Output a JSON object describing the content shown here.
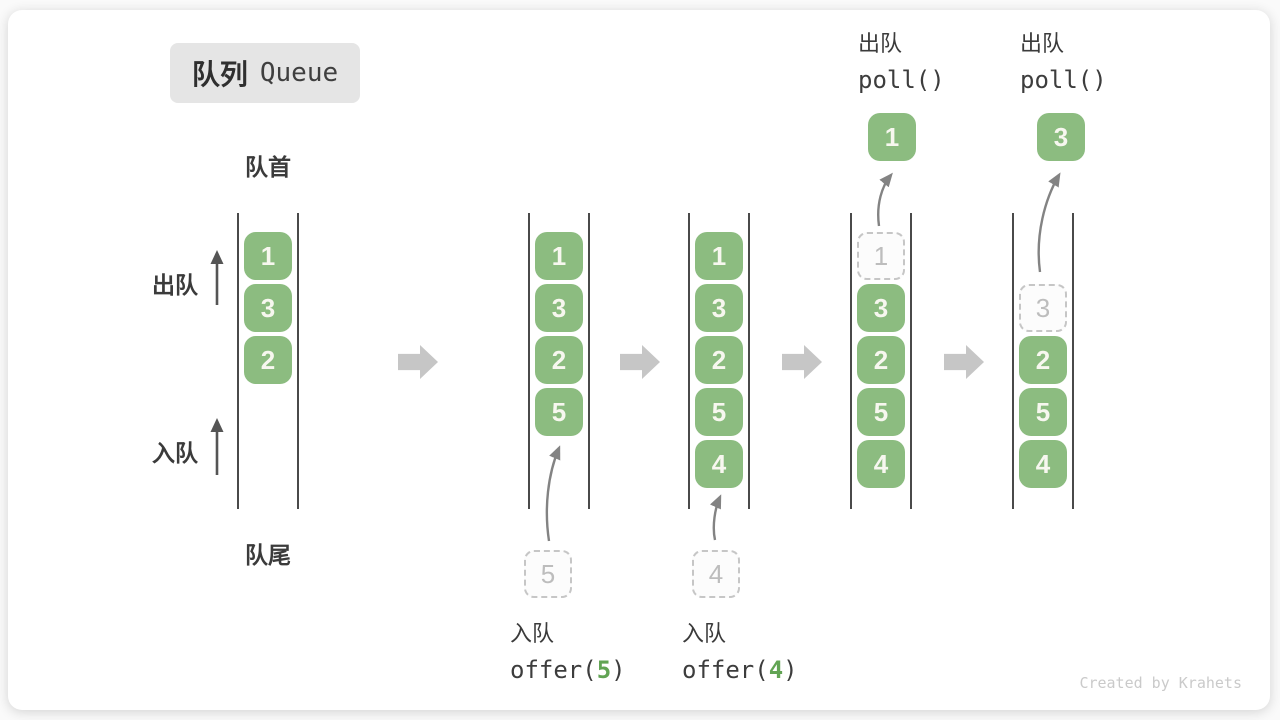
{
  "title": {
    "zh": "队列",
    "en": "Queue"
  },
  "side_labels": {
    "front": "队首",
    "rear": "队尾",
    "dequeue": "出队",
    "enqueue": "入队"
  },
  "queues": [
    {
      "name": "state-initial",
      "cells": [
        {
          "slot": 0,
          "value": "1",
          "style": "solid"
        },
        {
          "slot": 1,
          "value": "3",
          "style": "solid"
        },
        {
          "slot": 2,
          "value": "2",
          "style": "solid"
        }
      ]
    },
    {
      "name": "state-after-offer-5",
      "cells": [
        {
          "slot": 0,
          "value": "1",
          "style": "solid"
        },
        {
          "slot": 1,
          "value": "3",
          "style": "solid"
        },
        {
          "slot": 2,
          "value": "2",
          "style": "solid"
        },
        {
          "slot": 3,
          "value": "5",
          "style": "solid"
        }
      ],
      "incoming": "5"
    },
    {
      "name": "state-after-offer-4",
      "cells": [
        {
          "slot": 0,
          "value": "1",
          "style": "solid"
        },
        {
          "slot": 1,
          "value": "3",
          "style": "solid"
        },
        {
          "slot": 2,
          "value": "2",
          "style": "solid"
        },
        {
          "slot": 3,
          "value": "5",
          "style": "solid"
        },
        {
          "slot": 4,
          "value": "4",
          "style": "solid"
        }
      ],
      "incoming": "4"
    },
    {
      "name": "state-poll-1",
      "cells": [
        {
          "slot": 0,
          "value": "1",
          "style": "dashed"
        },
        {
          "slot": 1,
          "value": "3",
          "style": "solid"
        },
        {
          "slot": 2,
          "value": "2",
          "style": "solid"
        },
        {
          "slot": 3,
          "value": "5",
          "style": "solid"
        },
        {
          "slot": 4,
          "value": "4",
          "style": "solid"
        }
      ],
      "outgoing": "1"
    },
    {
      "name": "state-poll-3",
      "cells": [
        {
          "slot": 1,
          "value": "3",
          "style": "dashed"
        },
        {
          "slot": 2,
          "value": "2",
          "style": "solid"
        },
        {
          "slot": 3,
          "value": "5",
          "style": "solid"
        },
        {
          "slot": 4,
          "value": "4",
          "style": "solid"
        }
      ],
      "outgoing": "3"
    }
  ],
  "operations": [
    {
      "zh": "入队",
      "pre": "offer(",
      "arg": "5",
      "post": ")"
    },
    {
      "zh": "入队",
      "pre": "offer(",
      "arg": "4",
      "post": ")"
    },
    {
      "zh": "出队",
      "pre": "poll()",
      "arg": "",
      "post": ""
    },
    {
      "zh": "出队",
      "pre": "poll()",
      "arg": "",
      "post": ""
    }
  ],
  "watermark": "Created by Krahets",
  "colors": {
    "cell_green": "#8cbc80",
    "cell_text": "#f7f7ef",
    "code_accent_green": "#62a454",
    "dashed_border": "#c6c6c6",
    "block_arrow": "#c6c6c6",
    "curve_arrow": "#838383",
    "label_dark": "#3b3b3b",
    "badge_bg": "#e5e5e5",
    "watermark": "#cacaca"
  }
}
